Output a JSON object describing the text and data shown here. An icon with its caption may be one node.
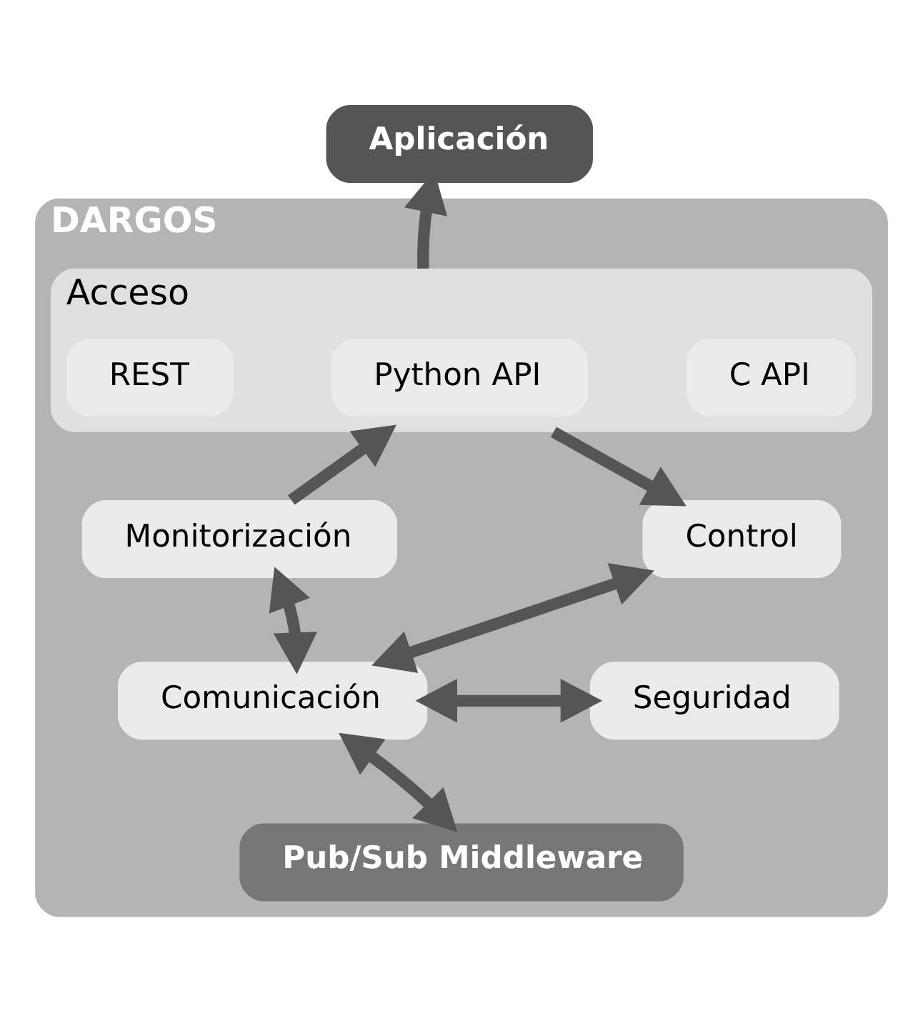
{
  "diagram": {
    "nodes": [
      {
        "text": [
          "Aplicación"
        ]
      },
      {
        "text": [
          "DARGOS"
        ]
      },
      {
        "text": [
          "Acceso"
        ],
        "in": 1
      },
      {
        "text": [
          "REST"
        ],
        "in": 2
      },
      {
        "text": [
          "Python API"
        ],
        "in": 2
      },
      {
        "text": [
          "C API"
        ],
        "in": 2
      },
      {
        "text": [
          "Monitorización"
        ],
        "in": 1
      },
      {
        "text": [
          "Control"
        ],
        "in": 1
      },
      {
        "text": [
          "Comunicación"
        ],
        "in": 1
      },
      {
        "text": [
          "Seguridad"
        ],
        "in": 1
      },
      {
        "text": [
          "Pub/Sub Middleware"
        ],
        "in": 1
      }
    ],
    "edges": [
      {
        "from": 2,
        "to": 0,
        "arrow": "to"
      },
      {
        "from": 6,
        "to": 2,
        "arrow": "to"
      },
      {
        "from": 2,
        "to": 7,
        "arrow": "to"
      },
      {
        "from": 6,
        "to": 8,
        "arrow": "both"
      },
      {
        "from": 7,
        "to": 8,
        "arrow": "both"
      },
      {
        "from": 8,
        "to": 9,
        "arrow": "both"
      },
      {
        "from": 8,
        "to": 10,
        "arrow": "both"
      }
    ]
  }
}
